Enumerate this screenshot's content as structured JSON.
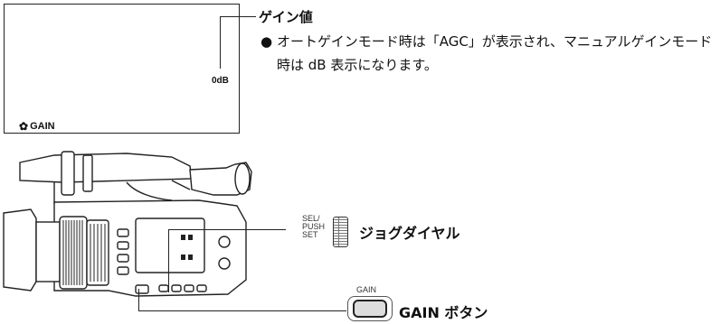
{
  "lcd": {
    "gain_value": "0dB",
    "gain_mode_label": "GAIN",
    "gain_mode_icon": "gear-icon"
  },
  "callout_gain_value": {
    "title": "ゲイン値",
    "bullet": "●",
    "note": "オートゲインモード時は「AGC」が表示され、マニュアルゲインモード時は dB 表示になります。"
  },
  "jog_dial": {
    "small_label": "SEL/\nPUSH\nSET",
    "label": "ジョグダイヤル",
    "icon": "jog-dial-icon"
  },
  "gain_button": {
    "small_label": "GAIN",
    "label": "GAIN ボタン",
    "icon": "gain-button-icon"
  }
}
